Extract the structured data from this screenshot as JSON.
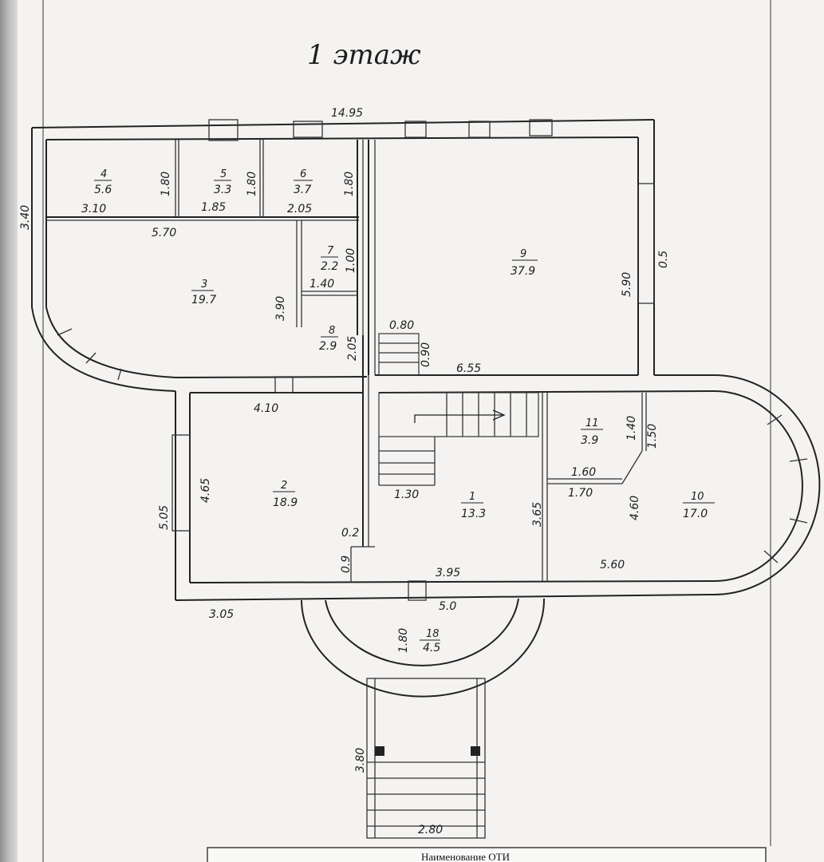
{
  "title": "1 этаж",
  "stamp_text": "Наименование ОТИ",
  "rooms": [
    {
      "num": "4",
      "area": "5.6"
    },
    {
      "num": "5",
      "area": "3.3"
    },
    {
      "num": "6",
      "area": "3.7"
    },
    {
      "num": "7",
      "area": "2.2"
    },
    {
      "num": "3",
      "area": "19.7"
    },
    {
      "num": "8",
      "area": "2.9"
    },
    {
      "num": "9",
      "area": "37.9"
    },
    {
      "num": "2",
      "area": "18.9"
    },
    {
      "num": "1",
      "area": "13.3"
    },
    {
      "num": "11",
      "area": "3.9"
    },
    {
      "num": "10",
      "area": "17.0"
    },
    {
      "num": "18",
      "area": "4.5"
    }
  ],
  "dimensions": [
    "14.95",
    "3.40",
    "3.10",
    "1.80",
    "1.85",
    "1.80",
    "2.05",
    "1.80",
    "5.70",
    "1.00",
    "1.40",
    "3.90",
    "2.05",
    "0.80",
    "0.90",
    "6.55",
    "5.90",
    "0.5",
    "4.10",
    "4.65",
    "5.05",
    "1.30",
    "0.2",
    "0.9",
    "3.65",
    "1.40",
    "1.50",
    "1.60",
    "1.70",
    "4.60",
    "5.60",
    "3.95",
    "3.05",
    "5.0",
    "1.80",
    "3.80",
    "2.80"
  ]
}
